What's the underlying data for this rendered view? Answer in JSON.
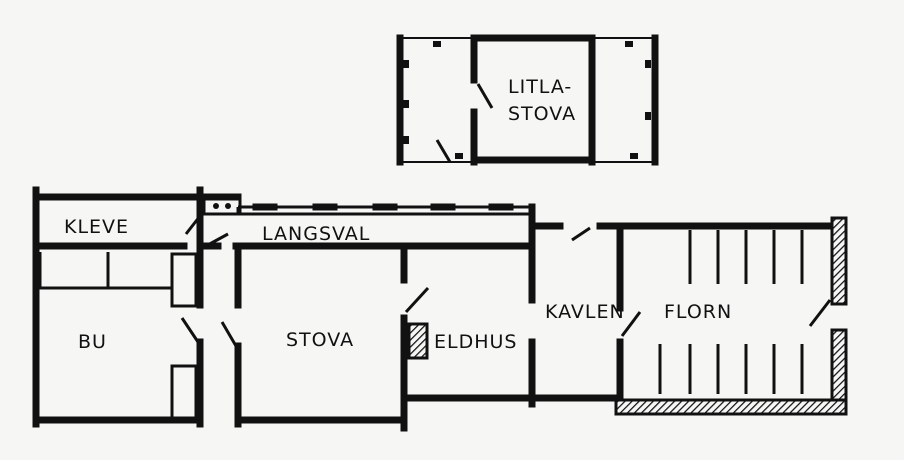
{
  "rooms": {
    "litlastova_line1": "LITLA-",
    "litlastova_line2": "STOVA",
    "kleve": "KLEVE",
    "langsval": "LANGSVAL",
    "bu": "BU",
    "stova": "STOVA",
    "eldhus": "ELDHUS",
    "kavlen": "KAVLEN",
    "florn": "FLORN"
  },
  "colors": {
    "ink": "#111111",
    "paper": "#f6f6f4"
  }
}
